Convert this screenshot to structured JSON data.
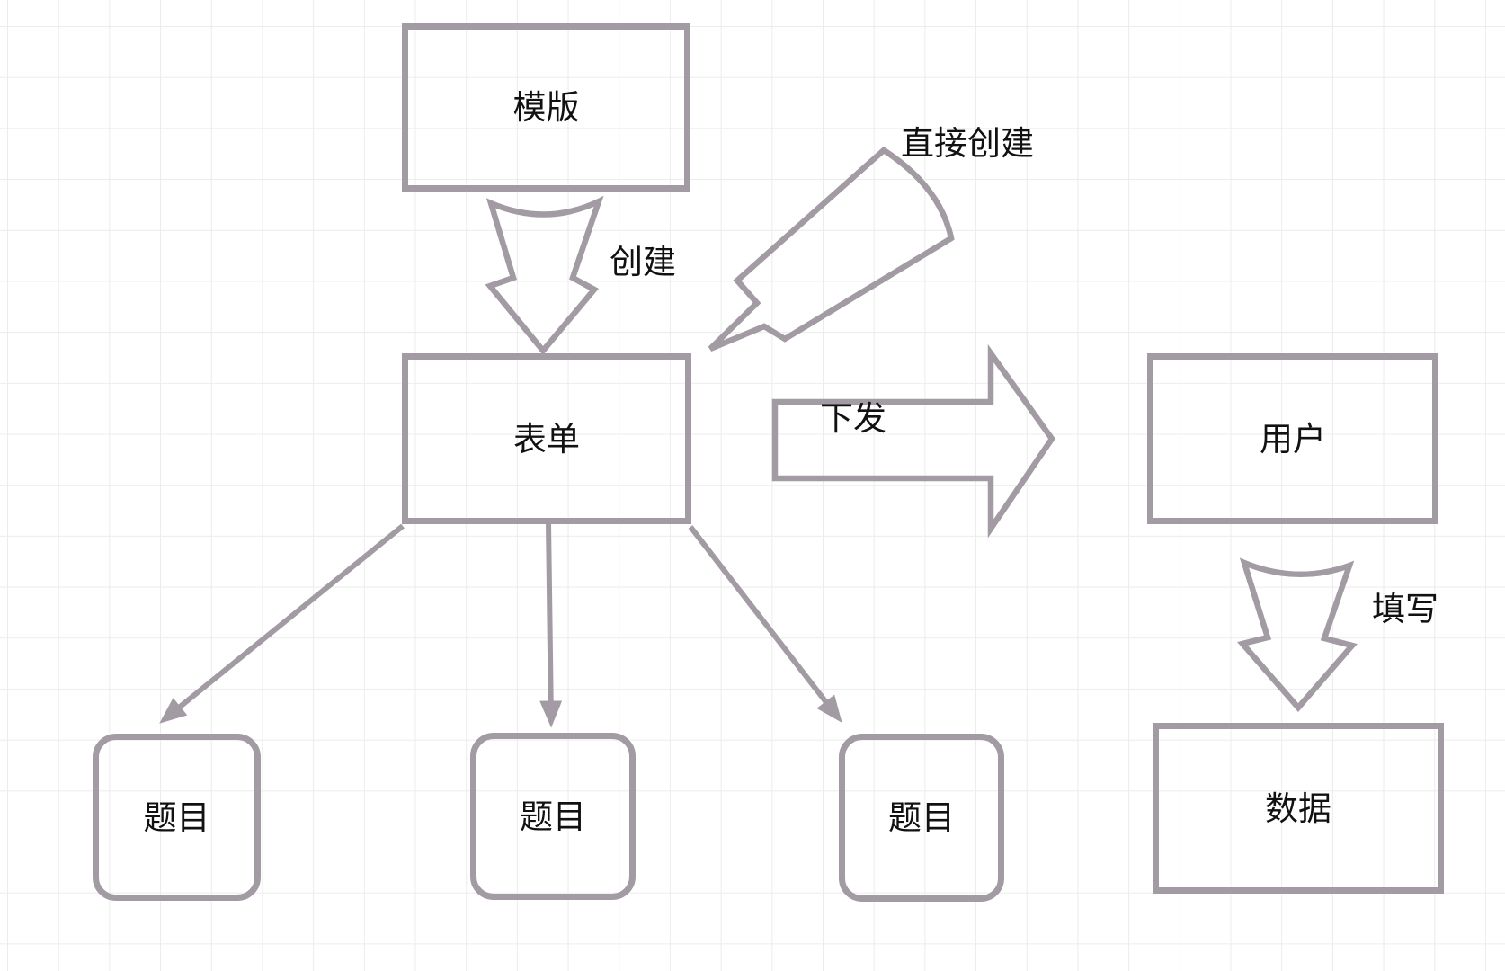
{
  "diagram": {
    "title": "form-creation-flow-diagram",
    "colors": {
      "stroke": "#a39ba3",
      "grid": "#ececec",
      "text": "#111111",
      "background": "#ffffff"
    },
    "nodes": {
      "template": {
        "label": "模版",
        "shape": "rectangle"
      },
      "form": {
        "label": "表单",
        "shape": "rectangle"
      },
      "user": {
        "label": "用户",
        "shape": "rectangle"
      },
      "data": {
        "label": "数据",
        "shape": "rectangle"
      },
      "question_1": {
        "label": "题目",
        "shape": "rounded-rectangle"
      },
      "question_2": {
        "label": "题目",
        "shape": "rounded-rectangle"
      },
      "question_3": {
        "label": "题目",
        "shape": "rounded-rectangle"
      }
    },
    "edges": {
      "create": {
        "label": "创建",
        "from": "template",
        "to": "form"
      },
      "direct_create": {
        "label": "直接创建",
        "from": "",
        "to": "form"
      },
      "distribute": {
        "label": "下发",
        "from": "form",
        "to": "user"
      },
      "fill": {
        "label": "填写",
        "from": "user",
        "to": "data"
      },
      "form_to_question_1": {
        "label": "",
        "from": "form",
        "to": "question_1"
      },
      "form_to_question_2": {
        "label": "",
        "from": "form",
        "to": "question_2"
      },
      "form_to_question_3": {
        "label": "",
        "from": "form",
        "to": "question_3"
      }
    }
  }
}
